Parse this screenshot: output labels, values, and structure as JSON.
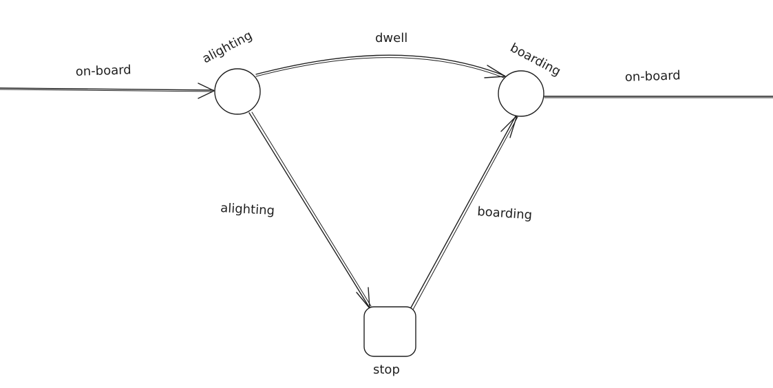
{
  "diagram": {
    "nodes": {
      "alighting_node": {
        "label": "alighting"
      },
      "boarding_node": {
        "label": "boarding"
      },
      "stop_node": {
        "label": "stop"
      }
    },
    "edges": {
      "incoming_onboard": {
        "label": "on-board"
      },
      "dwell": {
        "label": "dwell"
      },
      "outgoing_onboard": {
        "label": "on-board"
      },
      "alighting_to_stop": {
        "label": "alighting"
      },
      "stop_to_boarding": {
        "label": "boarding"
      }
    },
    "colors": {
      "stroke": "#1e1e1e",
      "background": "#ffffff"
    }
  }
}
